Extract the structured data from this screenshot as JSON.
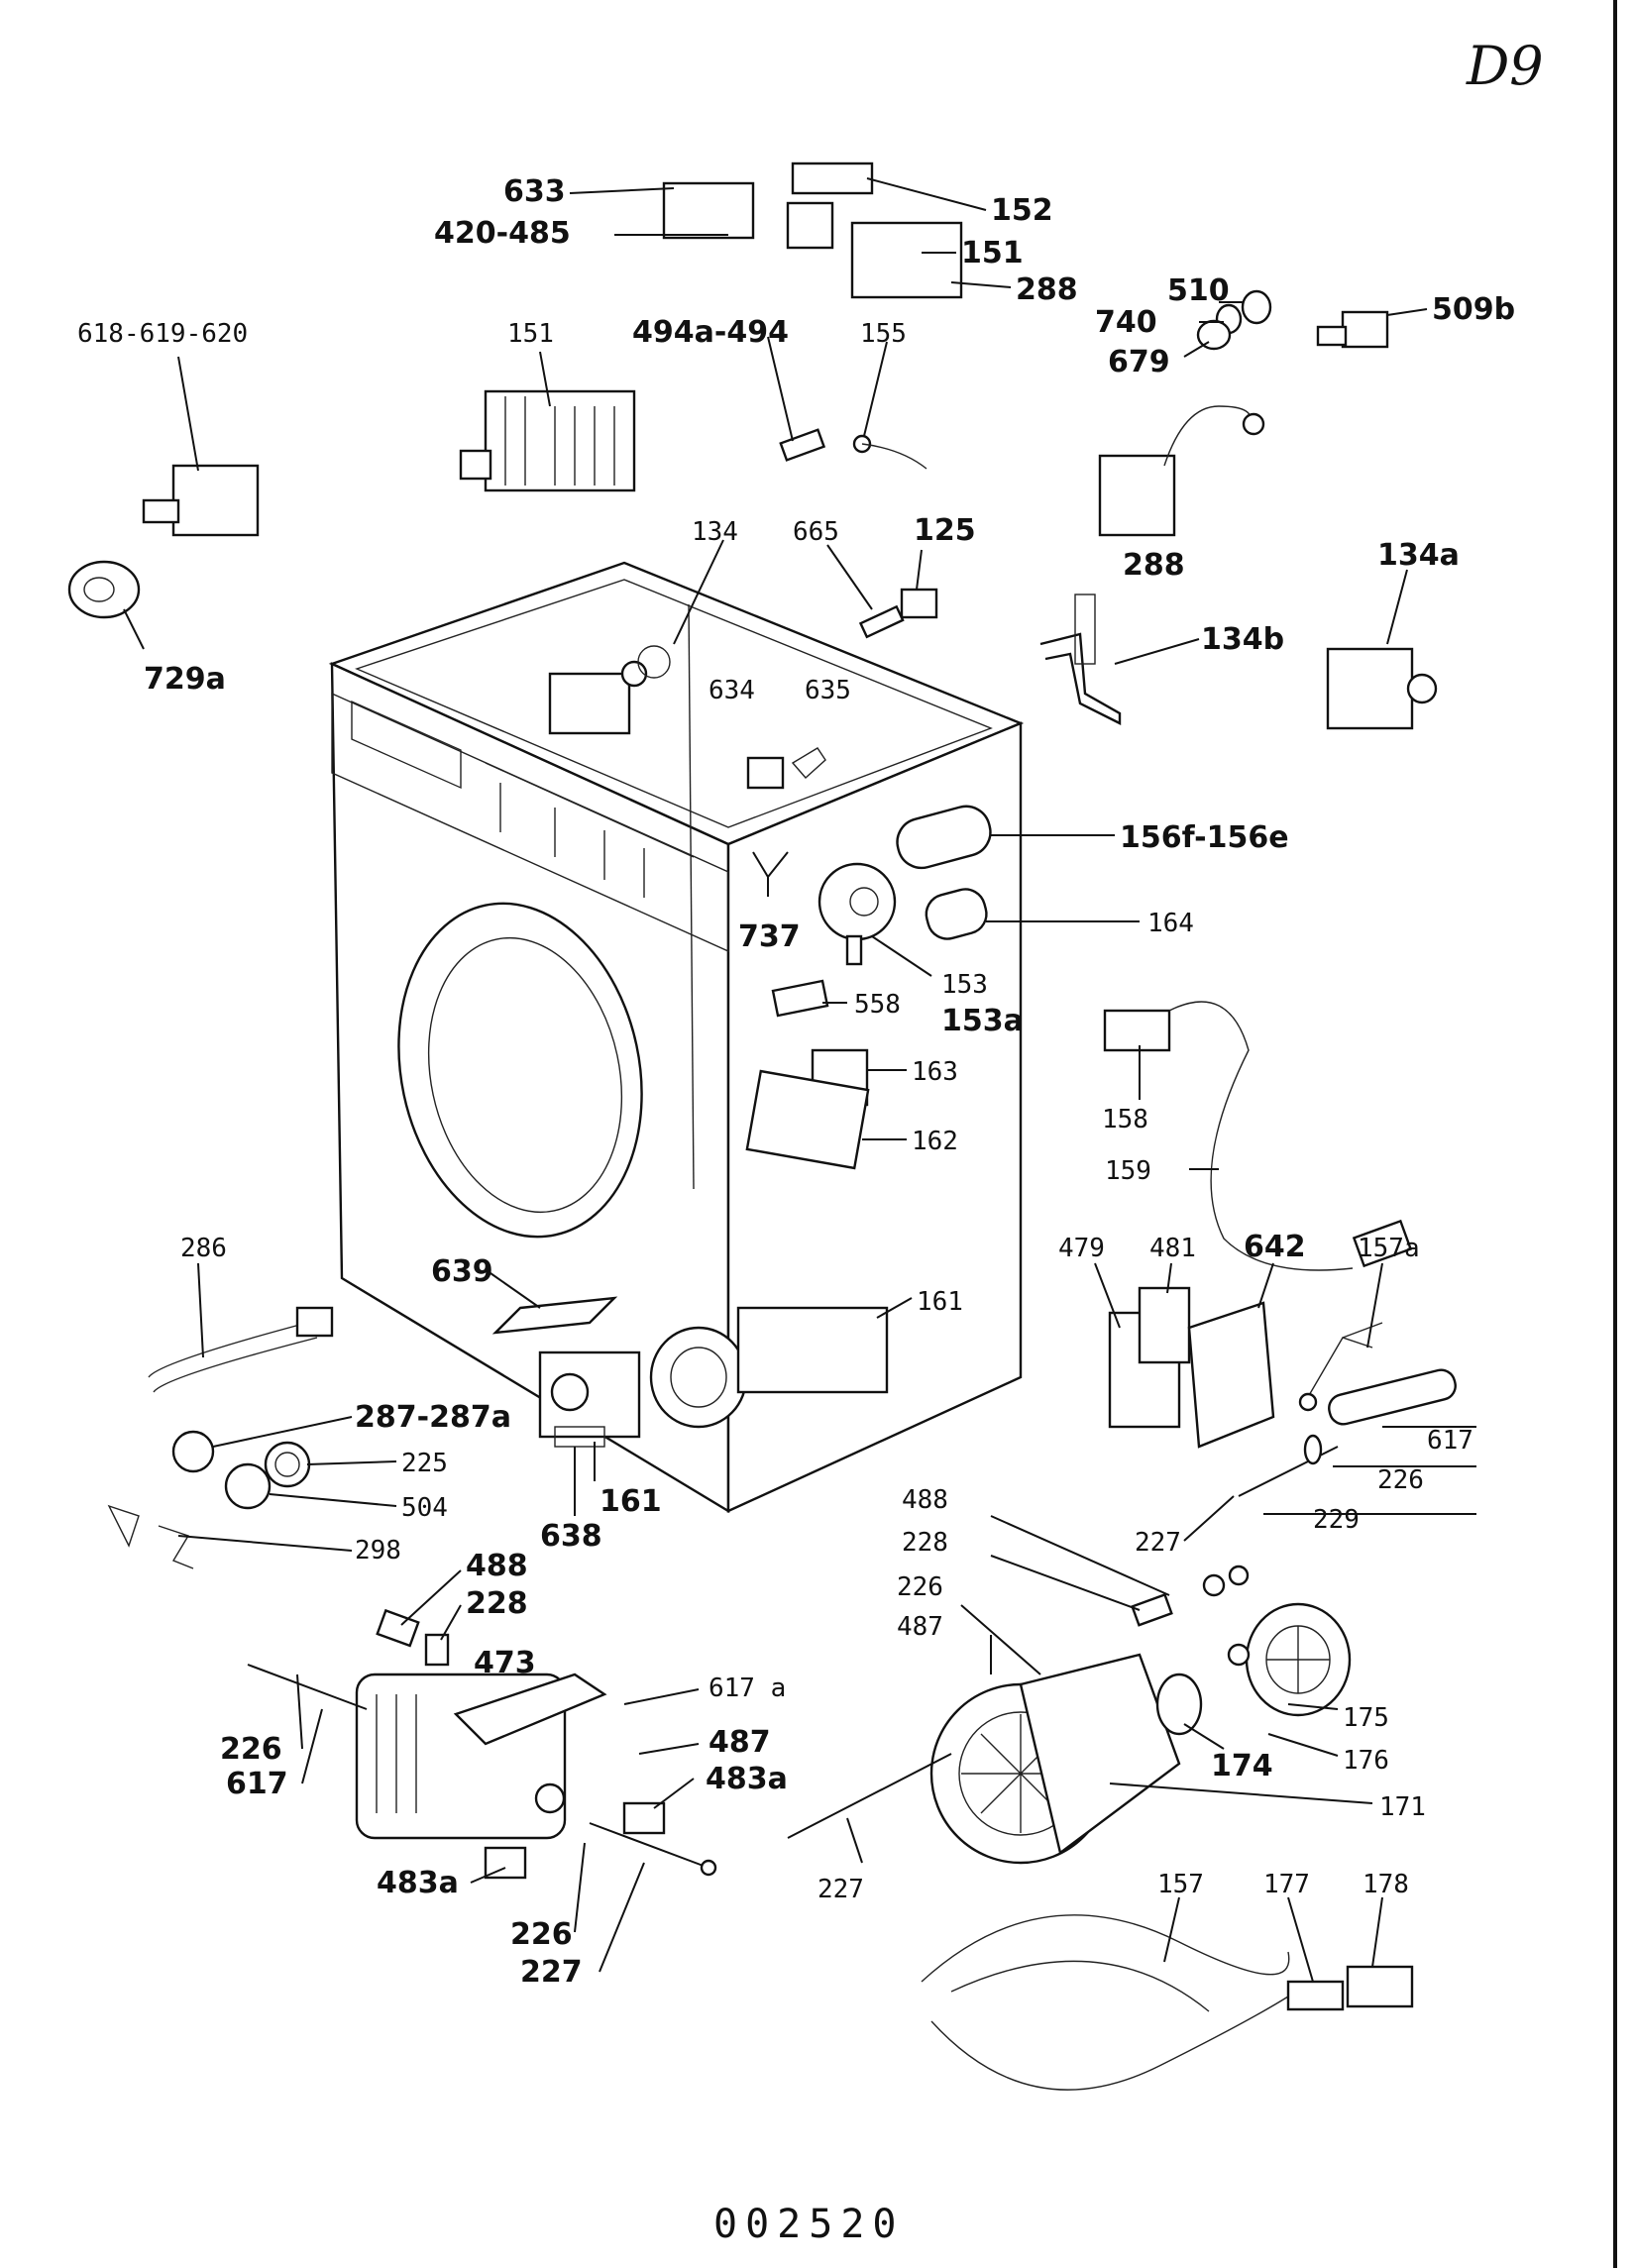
{
  "sheet": {
    "corner_mark": "D9",
    "document_number": "002520"
  },
  "callouts": [
    {
      "id": "c633",
      "text": "633",
      "bold": true
    },
    {
      "id": "c420",
      "text": "420-485",
      "bold": true
    },
    {
      "id": "c152",
      "text": "152",
      "bold": true
    },
    {
      "id": "c151a",
      "text": "151",
      "bold": true
    },
    {
      "id": "c288a",
      "text": "288",
      "bold": true
    },
    {
      "id": "c618",
      "text": "618-619-620",
      "bold": false
    },
    {
      "id": "c151b",
      "text": "151",
      "bold": false
    },
    {
      "id": "c494",
      "text": "494a-494",
      "bold": true
    },
    {
      "id": "c155",
      "text": "155",
      "bold": false
    },
    {
      "id": "c510",
      "text": "510",
      "bold": true
    },
    {
      "id": "c740",
      "text": "740",
      "bold": true
    },
    {
      "id": "c679",
      "text": "679",
      "bold": true
    },
    {
      "id": "c509b",
      "text": "509b",
      "bold": true
    },
    {
      "id": "c288b",
      "text": "288",
      "bold": true
    },
    {
      "id": "c729a",
      "text": "729a",
      "bold": true
    },
    {
      "id": "c134",
      "text": "134",
      "bold": false
    },
    {
      "id": "c665",
      "text": "665",
      "bold": false
    },
    {
      "id": "c125",
      "text": "125",
      "bold": true
    },
    {
      "id": "c134a",
      "text": "134a",
      "bold": true
    },
    {
      "id": "c134b",
      "text": "134b",
      "bold": true
    },
    {
      "id": "c634",
      "text": "634",
      "bold": false
    },
    {
      "id": "c635",
      "text": "635",
      "bold": false
    },
    {
      "id": "c156f",
      "text": "156f-156e",
      "bold": true
    },
    {
      "id": "c737",
      "text": "737",
      "bold": true
    },
    {
      "id": "c164",
      "text": "164",
      "bold": false
    },
    {
      "id": "c153",
      "text": "153",
      "bold": false
    },
    {
      "id": "c153a",
      "text": "153a",
      "bold": true
    },
    {
      "id": "c558",
      "text": "558",
      "bold": false
    },
    {
      "id": "c163",
      "text": "163",
      "bold": false
    },
    {
      "id": "c162",
      "text": "162",
      "bold": false
    },
    {
      "id": "c158",
      "text": "158",
      "bold": false
    },
    {
      "id": "c159",
      "text": "159",
      "bold": false
    },
    {
      "id": "c286",
      "text": "286",
      "bold": false
    },
    {
      "id": "c639",
      "text": "639",
      "bold": true
    },
    {
      "id": "c161a",
      "text": "161",
      "bold": false
    },
    {
      "id": "c479",
      "text": "479",
      "bold": false
    },
    {
      "id": "c481",
      "text": "481",
      "bold": false
    },
    {
      "id": "c642",
      "text": "642",
      "bold": true
    },
    {
      "id": "c157a",
      "text": "157a",
      "bold": false
    },
    {
      "id": "c287",
      "text": "287-287a",
      "bold": true
    },
    {
      "id": "c225",
      "text": "225",
      "bold": false
    },
    {
      "id": "c504",
      "text": "504",
      "bold": false
    },
    {
      "id": "c298",
      "text": "298",
      "bold": false
    },
    {
      "id": "c161b",
      "text": "161",
      "bold": true
    },
    {
      "id": "c638",
      "text": "638",
      "bold": true
    },
    {
      "id": "c617a",
      "text": "617",
      "bold": false
    },
    {
      "id": "c226a",
      "text": "226",
      "bold": false
    },
    {
      "id": "c229",
      "text": "229",
      "bold": false
    },
    {
      "id": "c227a",
      "text": "227",
      "bold": false
    },
    {
      "id": "c488a",
      "text": "488",
      "bold": false
    },
    {
      "id": "c228a",
      "text": "228",
      "bold": false
    },
    {
      "id": "c226b",
      "text": "226",
      "bold": false
    },
    {
      "id": "c487a",
      "text": "487",
      "bold": false
    },
    {
      "id": "c175",
      "text": "175",
      "bold": false
    },
    {
      "id": "c176",
      "text": "176",
      "bold": false
    },
    {
      "id": "c174",
      "text": "174",
      "bold": true
    },
    {
      "id": "c171",
      "text": "171",
      "bold": false
    },
    {
      "id": "c227b",
      "text": "227",
      "bold": false
    },
    {
      "id": "c488b",
      "text": "488",
      "bold": true
    },
    {
      "id": "c228b",
      "text": "228",
      "bold": true
    },
    {
      "id": "c473",
      "text": "473",
      "bold": true
    },
    {
      "id": "c617b",
      "text": "617 a",
      "bold": false
    },
    {
      "id": "c487b",
      "text": "487",
      "bold": true
    },
    {
      "id": "c483a1",
      "text": "483a",
      "bold": true
    },
    {
      "id": "c226c",
      "text": "226",
      "bold": true
    },
    {
      "id": "c617c",
      "text": "617",
      "bold": true
    },
    {
      "id": "c483a2",
      "text": "483a",
      "bold": true
    },
    {
      "id": "c226d",
      "text": "226",
      "bold": true
    },
    {
      "id": "c227c",
      "text": "227",
      "bold": true
    },
    {
      "id": "c157",
      "text": "157",
      "bold": false
    },
    {
      "id": "c177",
      "text": "177",
      "bold": false
    },
    {
      "id": "c178",
      "text": "178",
      "bold": false
    }
  ]
}
